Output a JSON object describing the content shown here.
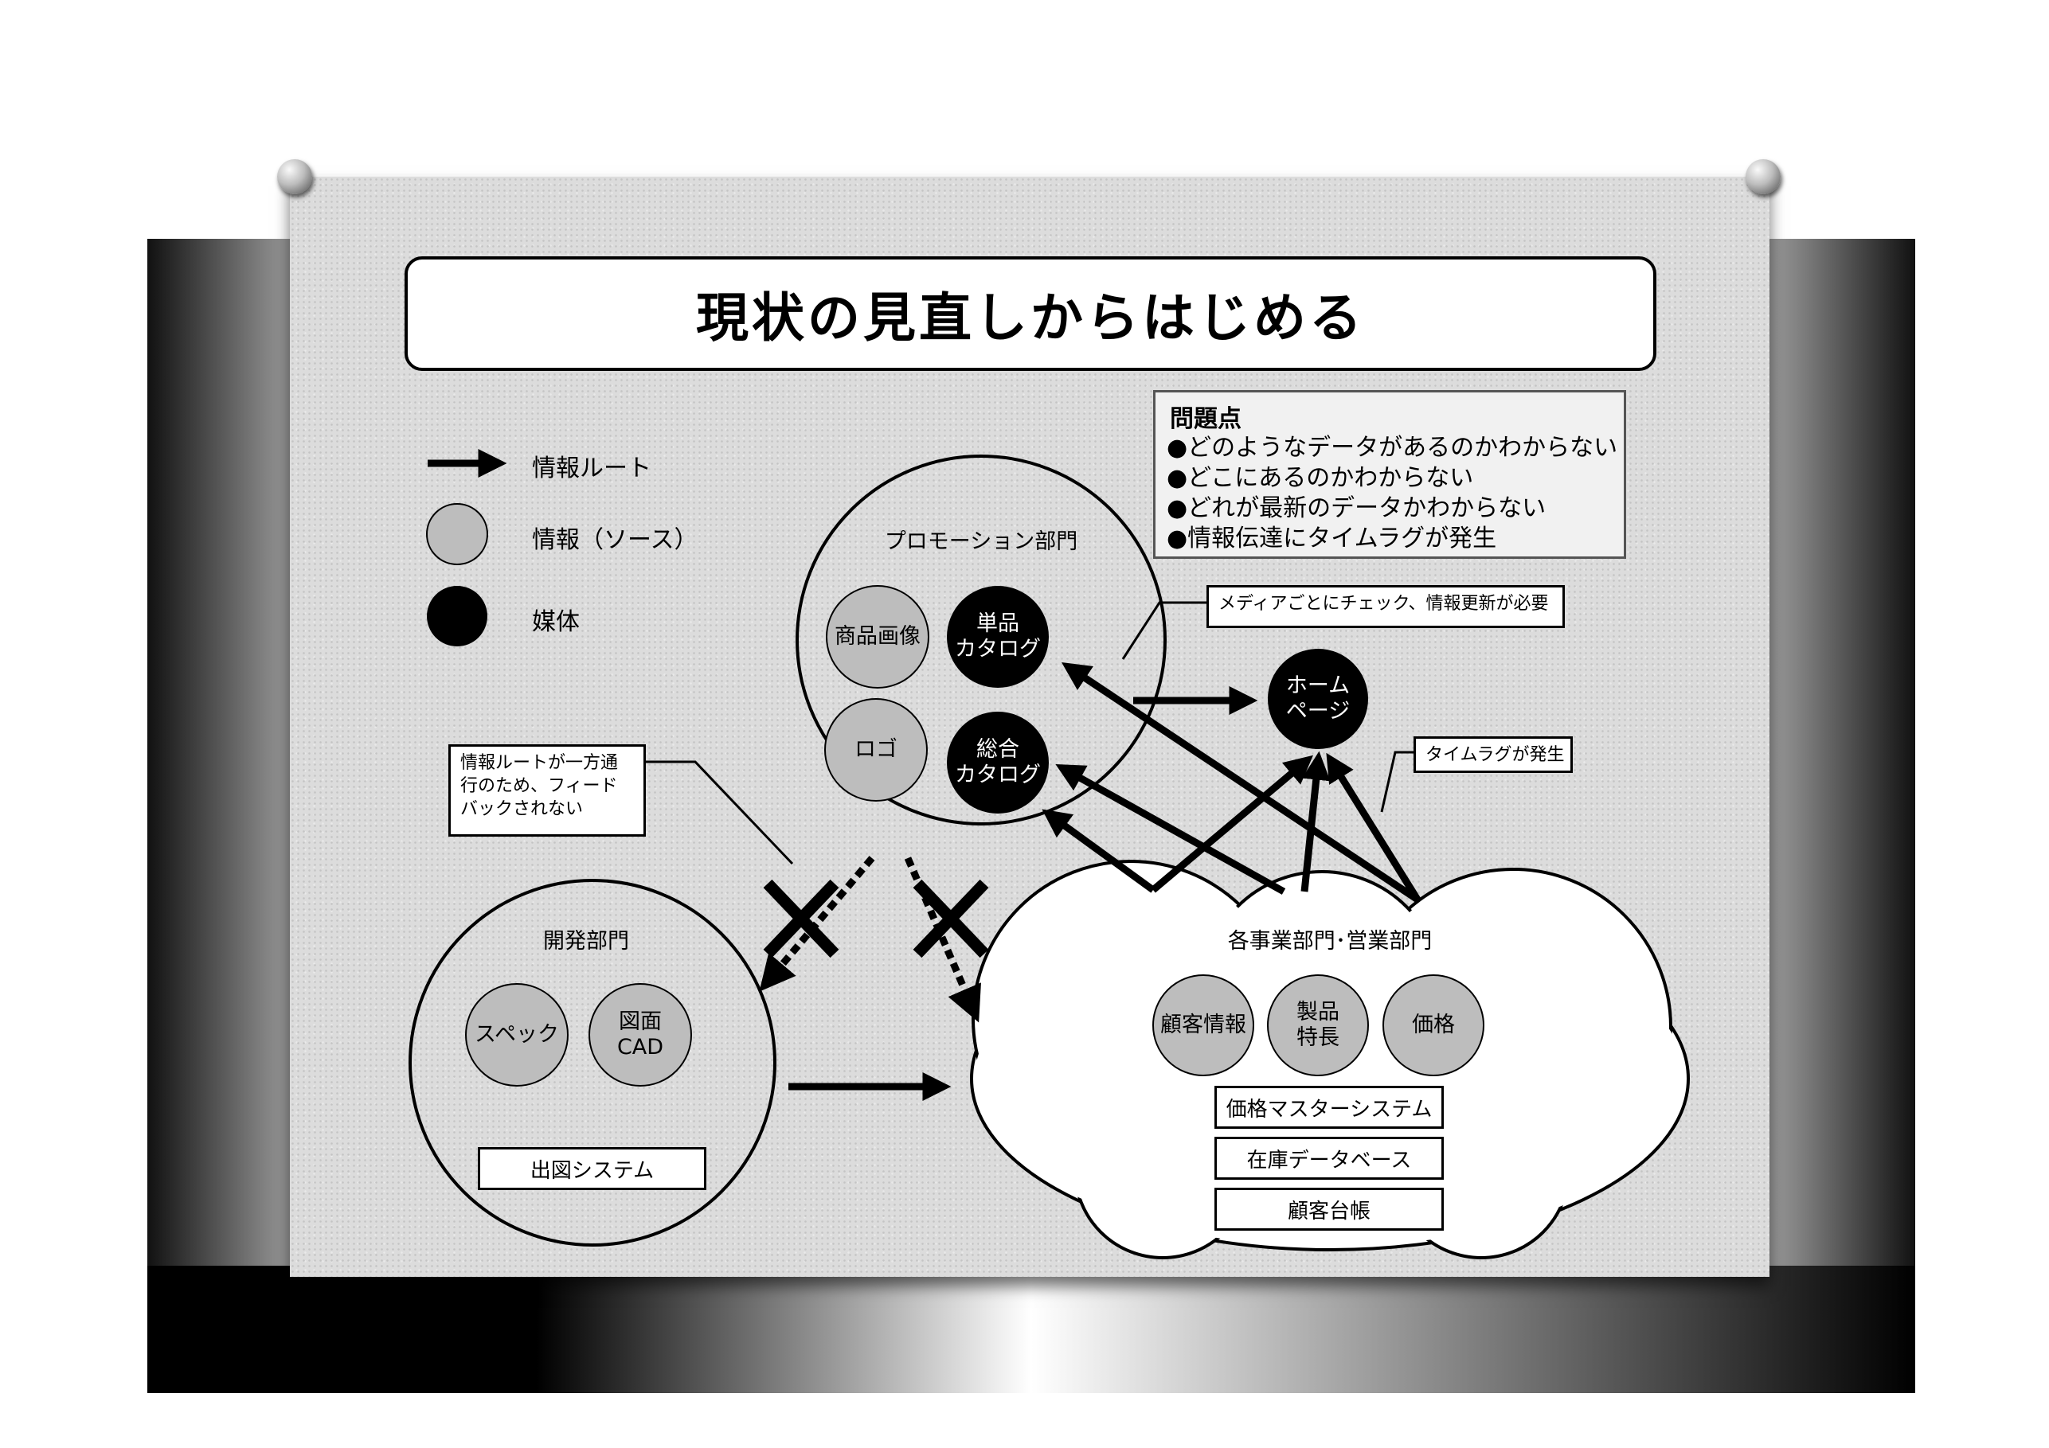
{
  "title": "現状の見直しからはじめる",
  "legend": {
    "route": "情報ルート",
    "source": "情報（ソース）",
    "media": "媒体"
  },
  "problems": {
    "heading": "問題点",
    "items": [
      "●どのようなデータがあるのかわからない",
      "●どこにあるのかわからない",
      "●どれが最新のデータかわからない",
      "●情報伝達にタイムラグが発生"
    ]
  },
  "callouts": {
    "check": "メディアごとにチェック、情報更新が必要",
    "timelag": "タイムラグが発生",
    "oneway": [
      "情報ルートが一方通",
      "行のため、フィード",
      "バックされない"
    ]
  },
  "promotion": {
    "name": "プロモーション部門",
    "product_image": "商品画像",
    "logo": "ロゴ",
    "single_catalog": [
      "単品",
      "カタログ"
    ],
    "general_catalog": [
      "総合",
      "カタログ"
    ]
  },
  "homepage": [
    "ホーム",
    "ページ"
  ],
  "development": {
    "name": "開発部門",
    "spec": "スペック",
    "drawing": [
      "図面",
      "CAD"
    ],
    "system": "出図システム"
  },
  "business": {
    "name": "各事業部門･営業部門",
    "customer_info": "顧客情報",
    "features": [
      "製品",
      "特長"
    ],
    "price": "価格",
    "systems": [
      "価格マスターシステム",
      "在庫データベース",
      "顧客台帳"
    ]
  },
  "colors": {
    "source_fill": "#bdbdbd",
    "media_fill": "#000000",
    "board": "#dcdcdc"
  }
}
